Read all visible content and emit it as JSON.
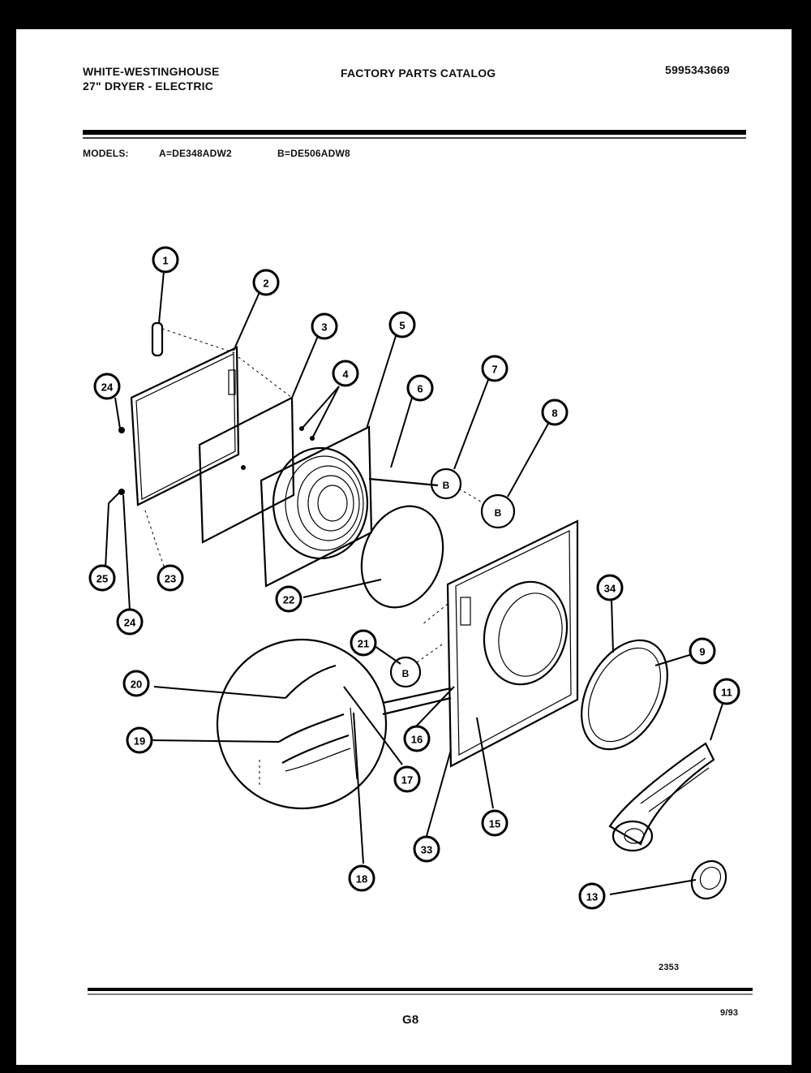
{
  "header": {
    "brand": "WHITE-WESTINGHOUSE",
    "product": "27\" DRYER - ELECTRIC",
    "catalog_title": "FACTORY PARTS CATALOG",
    "catalog_number": "5995343669",
    "models_label": "MODELS:",
    "model_a": "A=DE348ADW2",
    "model_b": "B=DE506ADW8"
  },
  "footer": {
    "drawing_number": "2353",
    "page": "G8",
    "date": "9/93"
  },
  "callouts": [
    "1",
    "2",
    "3",
    "4",
    "5",
    "6",
    "7",
    "8",
    "24",
    "24",
    "25",
    "23",
    "22",
    "21",
    "20",
    "19",
    "17",
    "16",
    "18",
    "33",
    "15",
    "34",
    "9",
    "11",
    "13"
  ]
}
